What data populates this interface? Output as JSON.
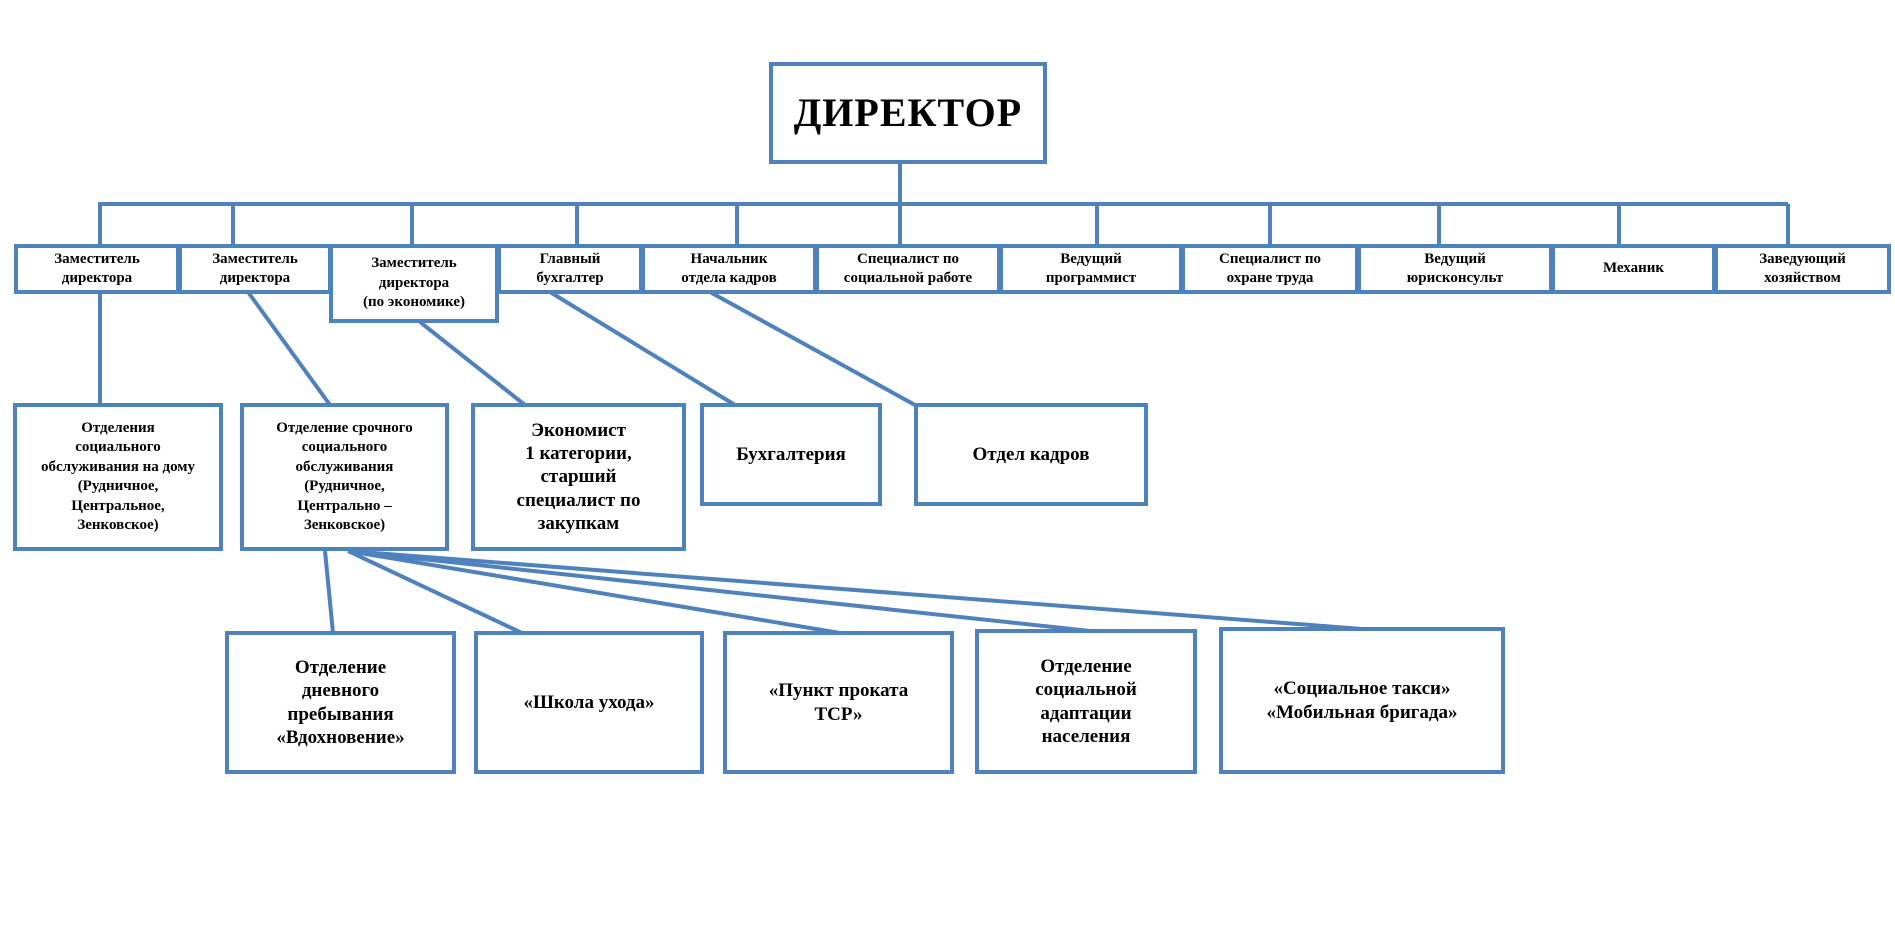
{
  "director": "ДИРЕКТОР",
  "level1": [
    "Заместитель\nдиректора",
    "Заместитель\nдиректора",
    "Заместитель\nдиректора\n(по экономике)",
    "Главный\nбухгалтер",
    "Начальник\nотдела кадров",
    "Специалист по\nсоциальной работе",
    "Ведущий\nпрограммист",
    "Специалист  по\nохране труда",
    "Ведущий\nюрисконсульт",
    "Механик",
    "Заведующий\nхозяйством"
  ],
  "level2": [
    "Отделения\nсоциального\nобслуживания на дому\n(Рудничное,\nЦентральное,\nЗенковское)",
    "Отделение срочного\nсоциального\nобслуживания\n(Рудничное,\nЦентрально –\nЗенковское)",
    "Экономист\n1 категории,\nстарший\nспециалист по\nзакупкам",
    "Бухгалтерия",
    "Отдел кадров"
  ],
  "level3": [
    "Отделение\nдневного\nпребывания\n«Вдохновение»",
    "«Школа ухода»",
    "«Пункт проката\nТСР»",
    "Отделение\nсоциальной\nадаптации\nнаселения",
    "«Социальное такси»\n«Мобильная бригада»"
  ],
  "colors": {
    "border": "#4f81bd",
    "text": "#000000",
    "background": "#ffffff"
  }
}
